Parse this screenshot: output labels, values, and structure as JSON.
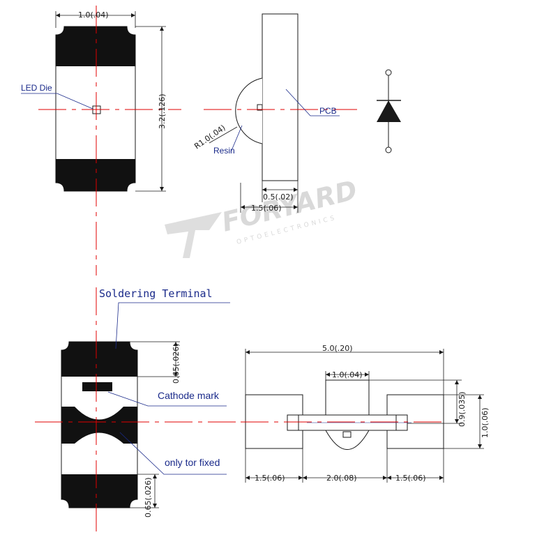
{
  "dimensions": {
    "width_top": "1.0(.04)",
    "height_top": "3.2(.126)",
    "radius": "R1.0(.04)",
    "side_thickness": "0.5(.02)",
    "side_depth": "1.5(.06)",
    "pad_top": "0.65(.026)",
    "pad_bottom": "0.65(.026)",
    "fp_total": "5.0(.20)",
    "fp_center_width": "1.0(.04)",
    "fp_height_inner": "0.9(.035)",
    "fp_height_outer": "1.0(.06)",
    "fp_left": "1.5(.06)",
    "fp_middle": "2.0(.08)",
    "fp_right": "1.5(.06)"
  },
  "labels": {
    "led_die": "LED Die",
    "pcb": "PCB",
    "resin": "Resin",
    "soldering_terminal": "Soldering  Terminal",
    "cathode_mark": "Cathode mark",
    "only_for_fixed": "only tor fixed"
  },
  "watermark": {
    "name": "FORYARD",
    "sub": "OPTOELECTRONICS"
  },
  "colors": {
    "line": "#1a1a1a",
    "center_line": "#e00000",
    "leader": "#1a2a8a",
    "pad": "#111111"
  }
}
